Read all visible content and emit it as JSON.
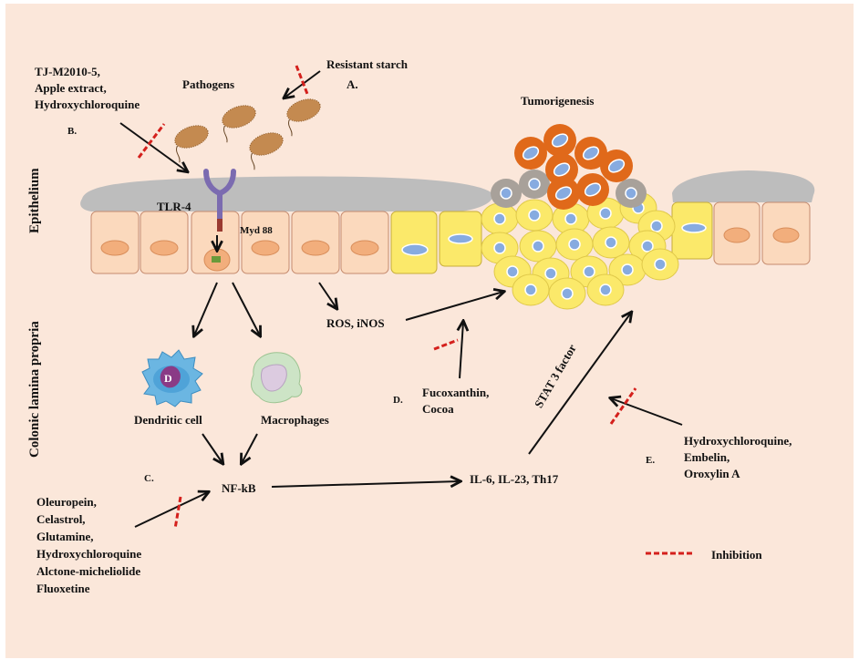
{
  "figure": {
    "title": "Tumorigenesis",
    "regions": {
      "epithelium": "Epithelium",
      "lamina_propria": "Colonic lamina propria"
    },
    "nodes": {
      "pathogens": "Pathogens",
      "tlr4": "TLR-4",
      "myd88": "Myd 88",
      "dendritic_cell": "Dendritic cell",
      "dendritic_nucleus_letter": "D",
      "macrophages": "Macrophages",
      "nfkb": "NF-kB",
      "ros": "ROS, iNOS",
      "cytokines": "IL-6, IL-23, Th17",
      "stat3": "STAT 3 factor"
    },
    "interventions": [
      {
        "id": "A",
        "letter": "A.",
        "agents": [
          "Resistant starch"
        ],
        "target": "Pathogens"
      },
      {
        "id": "B",
        "letter": "B.",
        "agents": [
          "TJ-M2010-5,",
          "Apple extract,",
          "Hydroxychloroquine"
        ],
        "target": "TLR-4"
      },
      {
        "id": "C",
        "letter": "C.",
        "agents": [
          "Oleuropein,",
          "Celastrol,",
          "Glutamine,",
          "Hydroxychloroquine",
          "Alctone-micheliolide",
          "Fluoxetine"
        ],
        "target": "NF-kB"
      },
      {
        "id": "D",
        "letter": "D.",
        "agents": [
          "Fucoxanthin,",
          "Cocoa"
        ],
        "target": "Tumorigenesis"
      },
      {
        "id": "E",
        "letter": "E.",
        "agents": [
          "Hydroxychloroquine,",
          "Embelin,",
          "Oroxylin A"
        ],
        "target": "STAT 3 factor"
      }
    ],
    "legend": {
      "inhibition_label": "Inhibition",
      "inhibition_color": "#d4201c"
    },
    "colors": {
      "background": "#fbe7da",
      "mucus": "#bdbdbd",
      "normal_cell": "#fbd9bd",
      "normal_nucleus": "#f2ae7c",
      "yellow_cell": "#fbe96a",
      "tumor_nucleus": "#87abe0",
      "tumor_orange": "#e0691a",
      "tumor_grey": "#a8a19a",
      "receptor": "#7b6bb0",
      "myd88": "#9a3a30",
      "bacteria": "#c48a50",
      "dendritic": "#6bb6e2",
      "macrophage": "#cde4c6"
    }
  }
}
